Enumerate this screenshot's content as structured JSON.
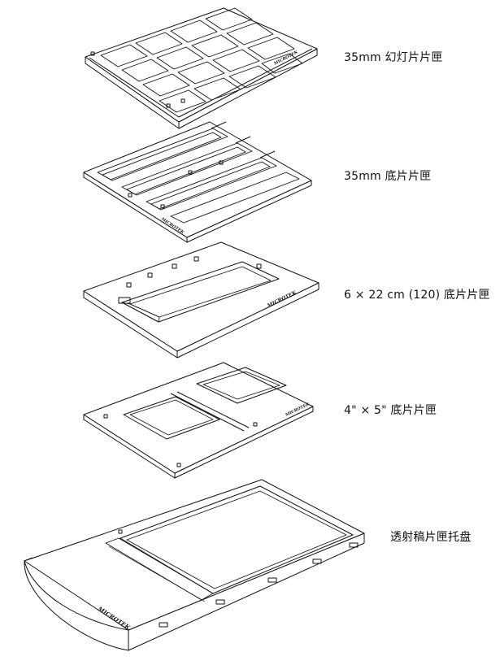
{
  "labels": {
    "slide_holder": "35mm 幻灯片片匣",
    "film_holder_35": "35mm 底片片匣",
    "film_holder_120": "6 × 22 cm (120) 底片片匣",
    "film_holder_4x5": "4\" × 5\" 底片片匣",
    "tray": "透射稿片匣托盘"
  },
  "brand": "MICROTEK"
}
